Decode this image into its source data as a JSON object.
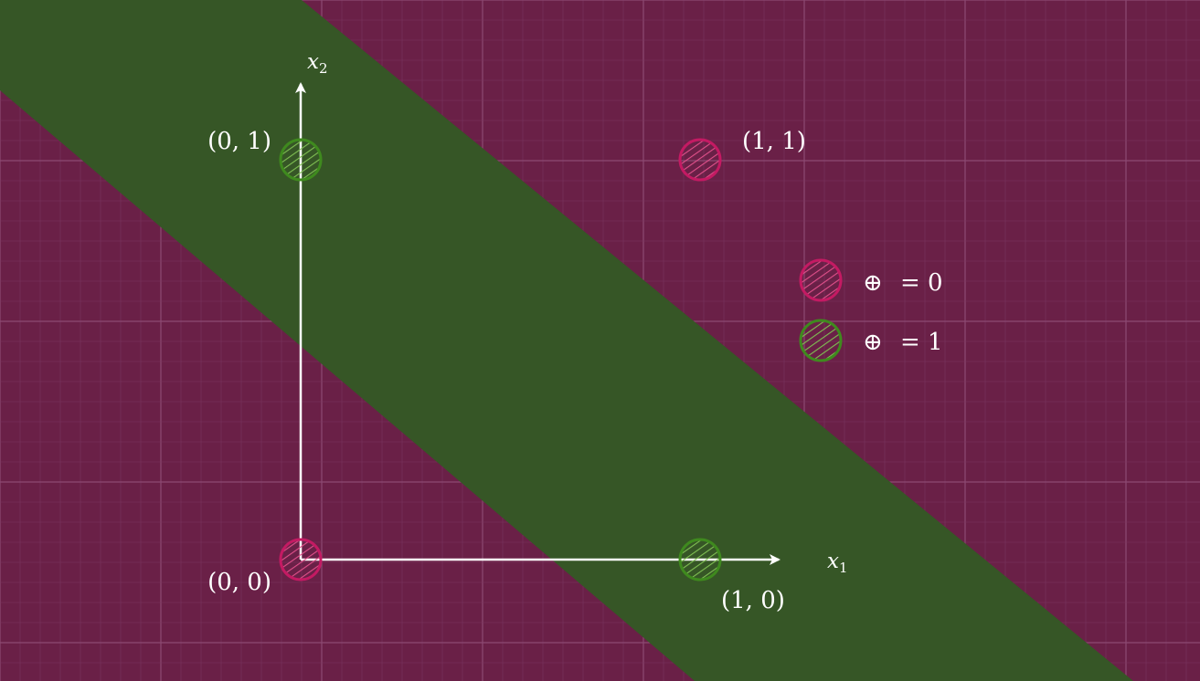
{
  "colors": {
    "background": "#6a2047",
    "band": "#365626",
    "grid_minor": "#7a3560",
    "grid_major": "#8d4a73",
    "axis": "#ffffff",
    "class0": "#c41a63",
    "class1": "#3f8a1e"
  },
  "axes": {
    "x_label": "x",
    "x_sub": "1",
    "y_label": "x",
    "y_sub": "2"
  },
  "points": [
    {
      "label": "(0, 0)",
      "x": 0,
      "y": 0,
      "class": 0
    },
    {
      "label": "(0, 1)",
      "x": 0,
      "y": 1,
      "class": 1
    },
    {
      "label": "(1, 0)",
      "x": 1,
      "y": 0,
      "class": 1
    },
    {
      "label": "(1, 1)",
      "x": 1,
      "y": 1,
      "class": 0
    }
  ],
  "legend": [
    {
      "symbol": "⊕",
      "text": "= 0",
      "class": 0
    },
    {
      "symbol": "⊕",
      "text": "= 1",
      "class": 1
    }
  ]
}
